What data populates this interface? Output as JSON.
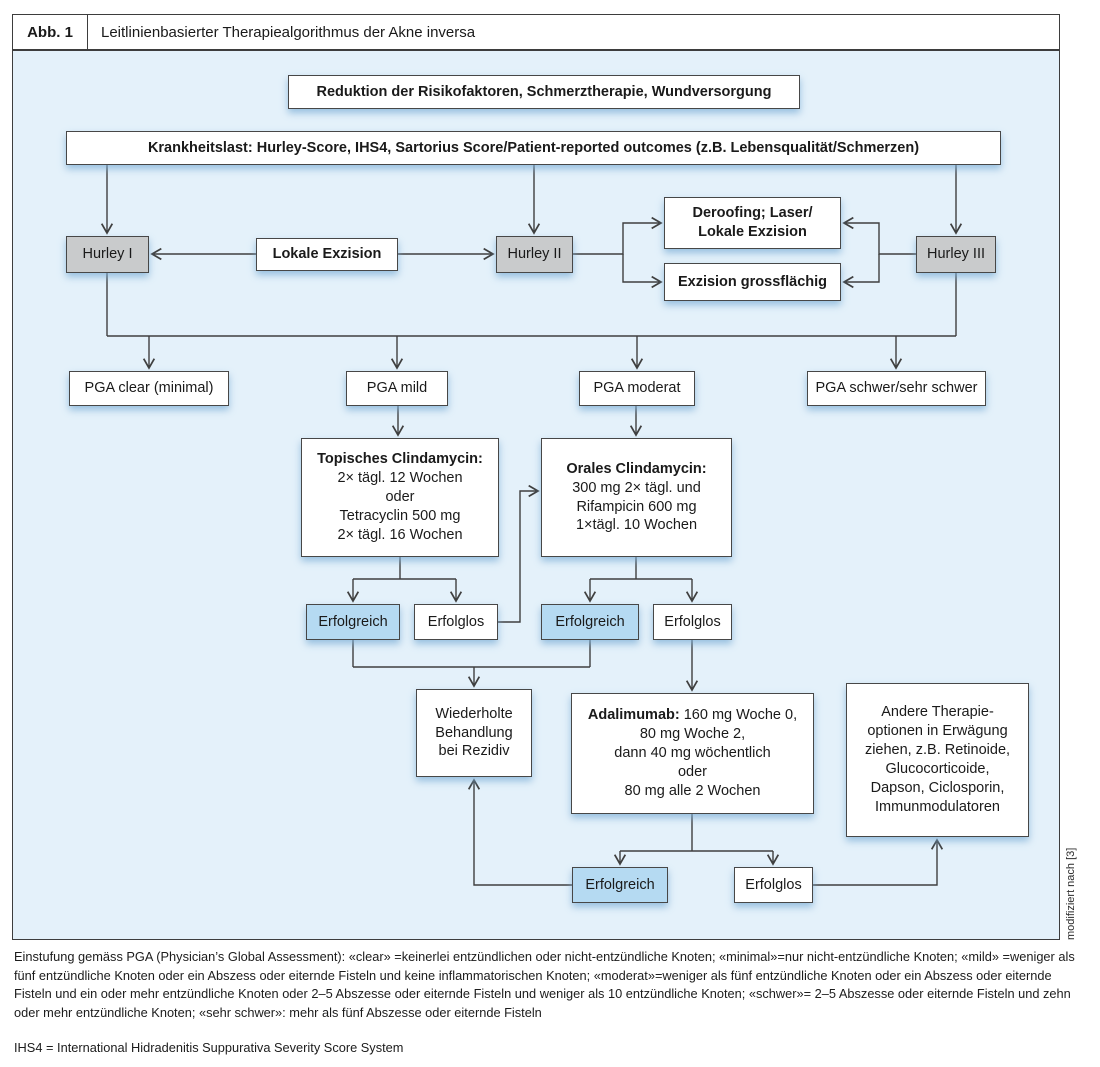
{
  "figure": {
    "label": "Abb. 1",
    "title": "Leitlinienbasierter Therapiealgorithmus der Akne inversa",
    "credit": "modifiziert nach [3]"
  },
  "flow": {
    "reduktion": "Reduktion der Risikofaktoren, Schmerztherapie, Wundversorgung",
    "krankheitslast": "Krankheitslast: Hurley-Score, IHS4, Sartorius Score/Patient-reported outcomes (z.B. Lebensqualität/Schmerzen)",
    "hurley1": "Hurley I",
    "lokale_exzision": "Lokale Exzision",
    "hurley2": "Hurley II",
    "deroofing": {
      "lines": [
        "Deroofing; Laser/",
        "Lokale Exzision"
      ]
    },
    "exzision_gross": "Exzision grossflächig",
    "hurley3": "Hurley III",
    "pga_clear": "PGA clear (minimal)",
    "pga_mild": "PGA mild",
    "pga_moderat": "PGA moderat",
    "pga_schwer": "PGA schwer/sehr schwer",
    "topisches": {
      "title": "Topisches Clindamycin:",
      "lines": [
        "2× tägl. 12 Wochen",
        "oder",
        "Tetracyclin 500 mg",
        "2× tägl. 16 Wochen"
      ]
    },
    "orales": {
      "title": "Orales Clindamycin:",
      "lines": [
        "300 mg 2× tägl. und",
        "Rifampicin 600 mg",
        "1×tägl. 10 Wochen"
      ]
    },
    "erfolgreich": "Erfolgreich",
    "erfolglos": "Erfolglos",
    "wiederholte": {
      "lines": [
        "Wiederholte",
        "Behandlung",
        "bei Rezidiv"
      ]
    },
    "adalimumab": {
      "bold": "Adalimumab:",
      "line1_rest": " 160 mg Woche 0,",
      "lines": [
        "80 mg Woche 2,",
        "dann 40 mg wöchentlich",
        "oder",
        "80 mg alle 2 Wochen"
      ]
    },
    "andere": {
      "lines": [
        "Andere Therapie-",
        "optionen in Erwägung",
        "ziehen, z.B. Retinoide,",
        "Glucocorticoide,",
        "Dapson, Ciclosporin,",
        "Immunmodulatoren"
      ]
    }
  },
  "footnotes": {
    "pga_definition": "Einstufung gemäss PGA (Physician’s Global Assessment): «clear» =keinerlei entzündlichen oder nicht-entzündliche Knoten; «minimal»=nur nicht-entzündliche Knoten; «mild» =weniger als fünf entzündliche Knoten oder ein Abszess oder eiternde Fisteln und keine inflammatorischen Knoten; «moderat»=weniger als fünf entzündliche Knoten oder ein Abszess oder eiternde Fisteln und ein oder mehr entzündliche Knoten oder 2–5 Abszesse oder eiternde Fisteln und weniger als 10 entzündliche Knoten; «schwer»= 2–5 Abszesse oder eiternde Fisteln und zehn oder mehr entzündliche Knoten; «sehr schwer»: mehr als fünf Abszesse oder eiternde Fisteln",
    "ihs4": "IHS4 = International Hidradenitis Suppurativa Severity Score System"
  },
  "colors": {
    "panel_bg": "#e4f1fa",
    "box_gray": "#c9cbcc",
    "box_blue": "#b5daf2",
    "line": "#3f3f3f"
  }
}
